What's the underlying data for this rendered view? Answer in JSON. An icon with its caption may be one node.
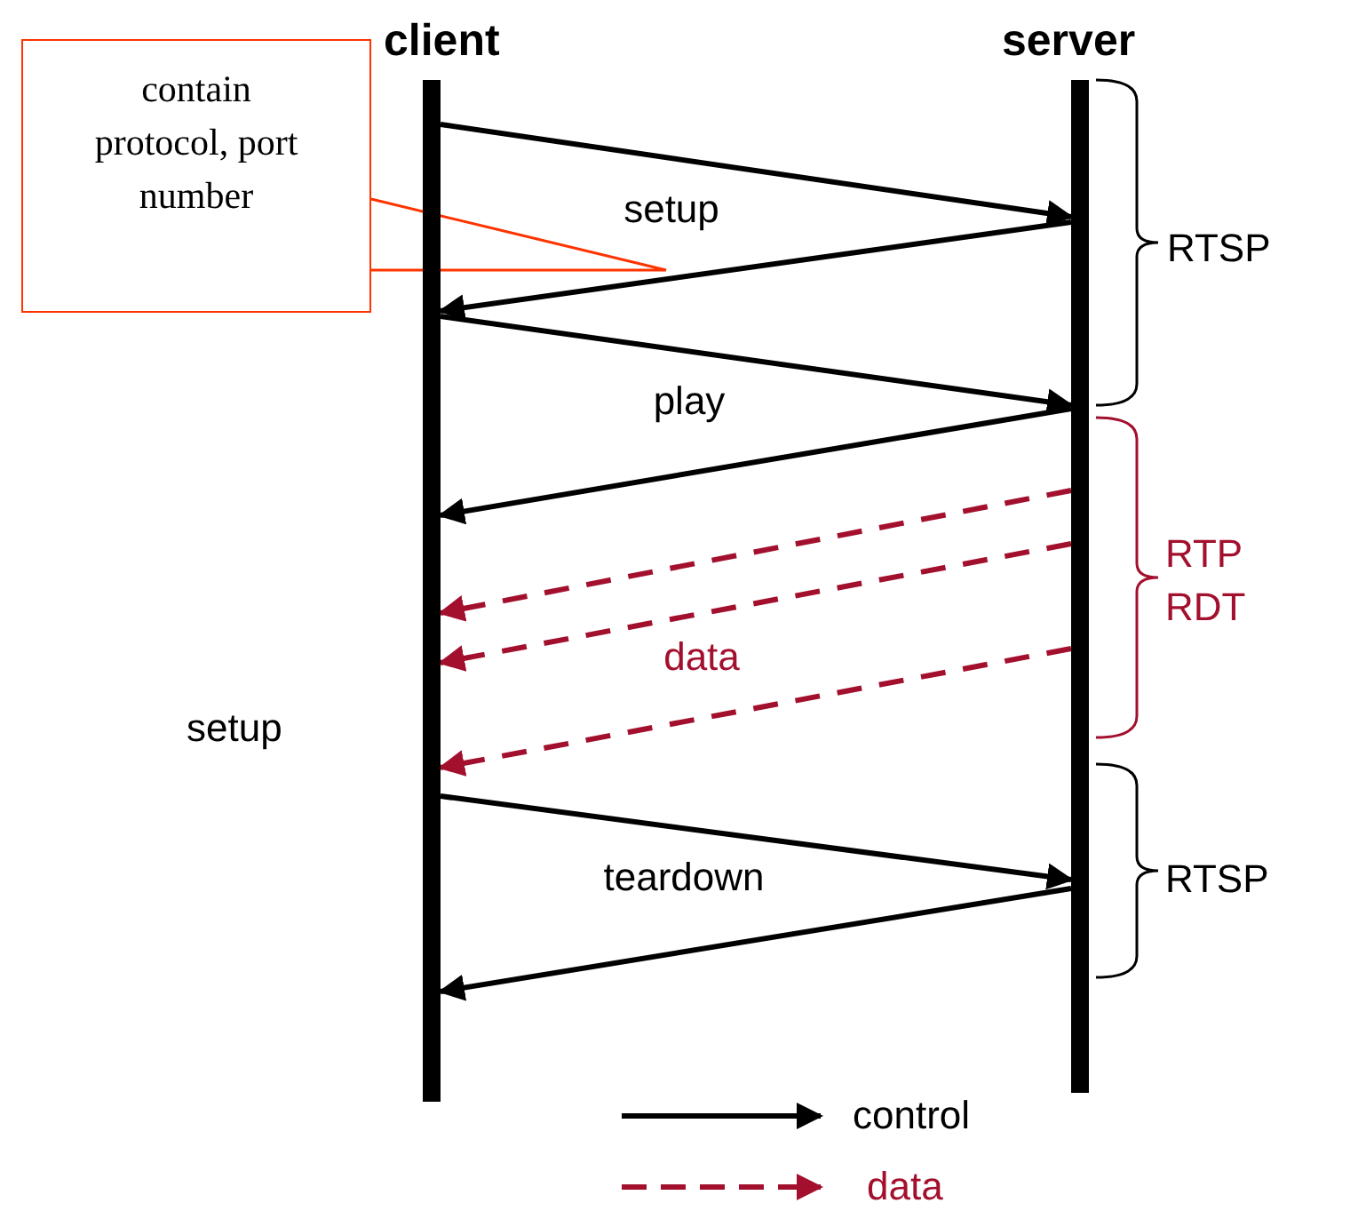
{
  "diagram": {
    "nodes": [
      {
        "text": [
          "client"
        ]
      },
      {
        "text": [
          "server"
        ]
      },
      {
        "text": [
          "contain protocol, port number"
        ]
      }
    ],
    "edges": [
      {
        "from": 0,
        "to": 1,
        "arrow": "to",
        "label": "setup"
      },
      {
        "from": 1,
        "to": 0,
        "arrow": "to"
      },
      {
        "from": 0,
        "to": 1,
        "arrow": "to",
        "label": "play"
      },
      {
        "from": 1,
        "to": 0,
        "arrow": "to"
      },
      {
        "from": 1,
        "to": 0,
        "arrow": "to",
        "style": "dashed",
        "color": "#a3102e"
      },
      {
        "from": 1,
        "to": 0,
        "arrow": "to",
        "style": "dashed",
        "color": "#a3102e",
        "label": "data"
      },
      {
        "from": 1,
        "to": 0,
        "arrow": "to",
        "style": "dashed",
        "color": "#a3102e"
      },
      {
        "from": 0,
        "to": 1,
        "arrow": "to",
        "label": "teardown"
      },
      {
        "from": 1,
        "to": 0,
        "arrow": "to"
      },
      {
        "from": 2,
        "to": null,
        "arrow": "none",
        "color": "#ff3300"
      }
    ],
    "labels": [
      "RTSP",
      "RTP",
      "RDT",
      "setup",
      "RTSP"
    ],
    "legend": [
      {
        "text": "control"
      },
      {
        "text": "data"
      }
    ]
  }
}
